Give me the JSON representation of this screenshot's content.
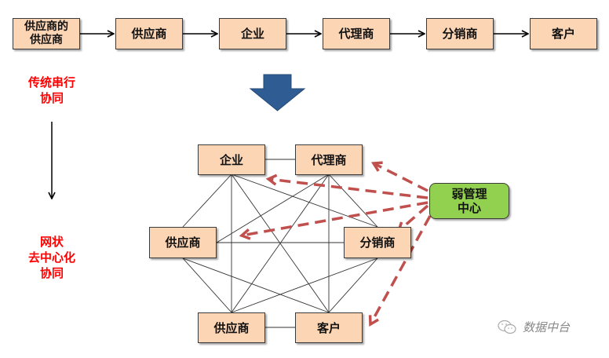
{
  "top_flow": {
    "nodes": [
      "供应商的\n供应商",
      "供应商",
      "企业",
      "代理商",
      "分销商",
      "客户"
    ]
  },
  "labels": {
    "traditional": "传统串行\n协同",
    "network": "网状\n去中心化\n协同"
  },
  "network": {
    "nodes": {
      "enterprise": "企业",
      "agent": "代理商",
      "supplier_left": "供应商",
      "distributor": "分销商",
      "supplier_bottom": "供应商",
      "customer": "客户"
    },
    "center": "弱管理\n中心"
  },
  "watermark": {
    "icon": "wechat-icon",
    "text": "数据中台"
  },
  "colors": {
    "box_fill": "#fcd5b5",
    "center_fill": "#92d050",
    "label_red": "#ff0000",
    "big_arrow": "#2f5d93",
    "dashed_arrow": "#c0504d"
  }
}
